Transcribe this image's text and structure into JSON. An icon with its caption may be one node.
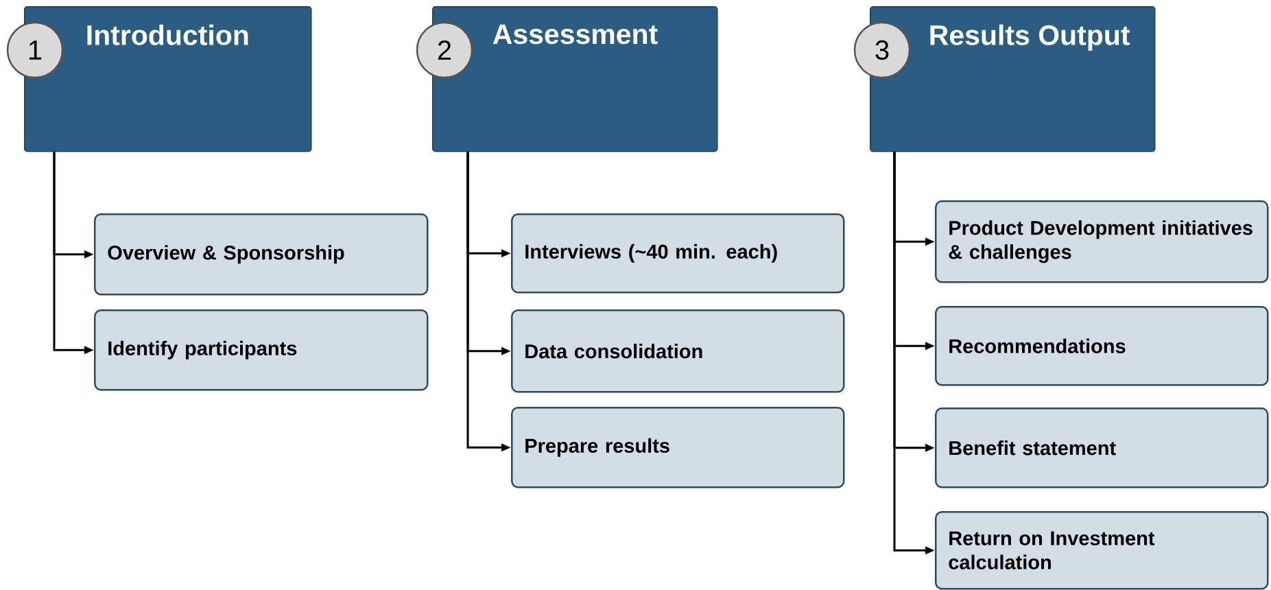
{
  "diagram": {
    "nodes": [
      {
        "text": [
          "1"
        ]
      },
      {
        "text": [
          "Introduction"
        ]
      },
      {
        "text": [
          "Overview & Sponsorship"
        ]
      },
      {
        "text": [
          "Identify participants"
        ]
      },
      {
        "text": [
          "2"
        ]
      },
      {
        "text": [
          "Assessment"
        ]
      },
      {
        "text": [
          "Interviews (~40 min. each)"
        ]
      },
      {
        "text": [
          "Data consolidation"
        ]
      },
      {
        "text": [
          "Prepare results"
        ]
      },
      {
        "text": [
          "3"
        ]
      },
      {
        "text": [
          "Results Output"
        ]
      },
      {
        "text": [
          "Product Development initiatives & challenges"
        ]
      },
      {
        "text": [
          "Recommendations"
        ]
      },
      {
        "text": [
          "Benefit statement"
        ]
      },
      {
        "text": [
          "Return on Investment calculation"
        ]
      }
    ],
    "edges": [
      {
        "from": 1,
        "to": 2,
        "arrow": "to"
      },
      {
        "from": 1,
        "to": 3,
        "arrow": "to"
      },
      {
        "from": 5,
        "to": 6,
        "arrow": "to"
      },
      {
        "from": 5,
        "to": 7,
        "arrow": "to"
      },
      {
        "from": 5,
        "to": 8,
        "arrow": "to"
      },
      {
        "from": 10,
        "to": 11,
        "arrow": "to"
      },
      {
        "from": 10,
        "to": 12,
        "arrow": "to"
      },
      {
        "from": 10,
        "to": 13,
        "arrow": "to"
      },
      {
        "from": 10,
        "to": 14,
        "arrow": "to"
      }
    ]
  }
}
